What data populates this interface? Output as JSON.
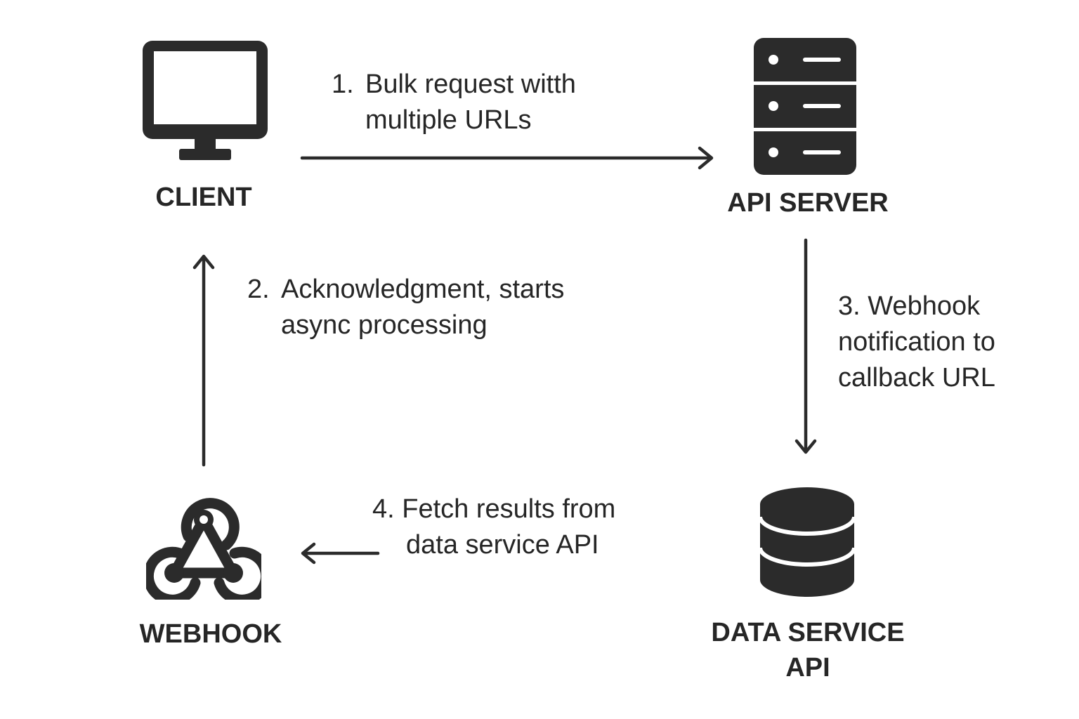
{
  "nodes": {
    "client": {
      "label": "CLIENT",
      "icon": "monitor-icon"
    },
    "api_server": {
      "label": "API SERVER",
      "icon": "server-icon"
    },
    "webhook": {
      "label": "WEBHOOK",
      "icon": "webhook-icon"
    },
    "data_service": {
      "label_line1": "DATA SERVICE",
      "label_line2": "API",
      "icon": "database-icon"
    }
  },
  "steps": [
    {
      "num": "1.",
      "line1": "Bulk request  witth",
      "line2": "multiple URLs"
    },
    {
      "num": "2.",
      "line1": "Acknowledgment, starts",
      "line2": "async processing"
    },
    {
      "line1": "3. Webhook",
      "line2": "notification to",
      "line3": "callback URL"
    },
    {
      "line1": "4. Fetch results from",
      "line2": "data service API"
    }
  ],
  "colors": {
    "ink": "#2b2b2b",
    "background": "#ffffff"
  }
}
